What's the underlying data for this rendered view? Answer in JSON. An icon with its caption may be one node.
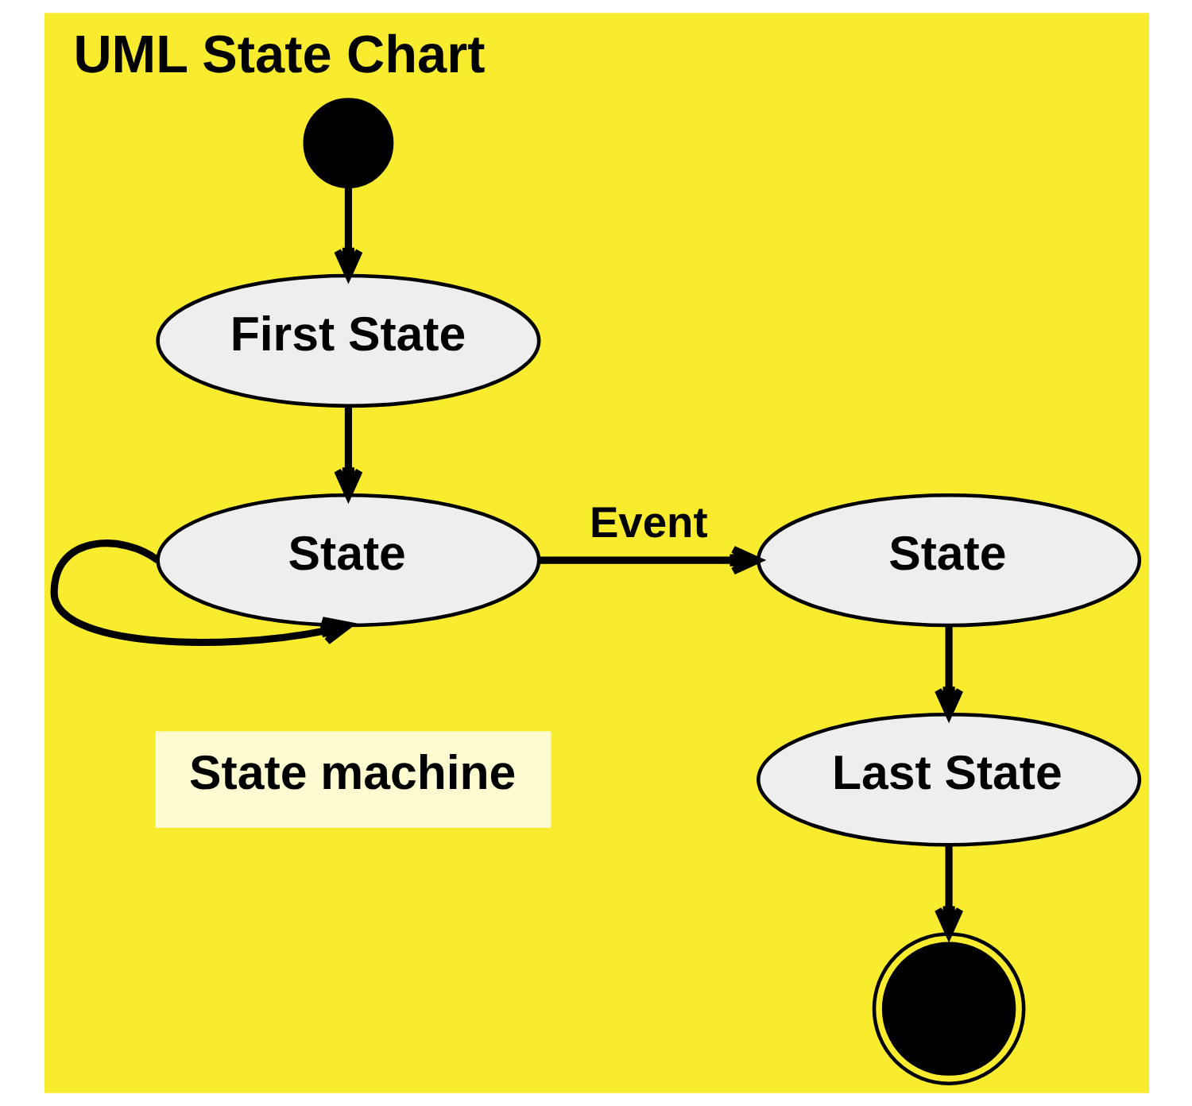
{
  "diagram": {
    "title": "UML State Chart",
    "nodes": [
      {
        "text": [],
        "shape": "circle"
      },
      {
        "text": [
          "First State"
        ]
      },
      {
        "text": [
          "State"
        ]
      },
      {
        "text": [
          "State"
        ]
      },
      {
        "text": [
          "Last State"
        ]
      },
      {
        "text": [],
        "shape": "circle"
      }
    ],
    "edges": [
      {
        "from": 0,
        "to": 1,
        "arrow": "to"
      },
      {
        "from": 1,
        "to": 2,
        "arrow": "to"
      },
      {
        "from": 2,
        "to": 2,
        "arrow": "to"
      },
      {
        "from": 2,
        "to": 3,
        "arrow": "to",
        "label": "Event"
      },
      {
        "from": 3,
        "to": 4,
        "arrow": "to"
      },
      {
        "from": 4,
        "to": 5,
        "arrow": "to"
      }
    ],
    "labels": [
      "State machine"
    ]
  }
}
